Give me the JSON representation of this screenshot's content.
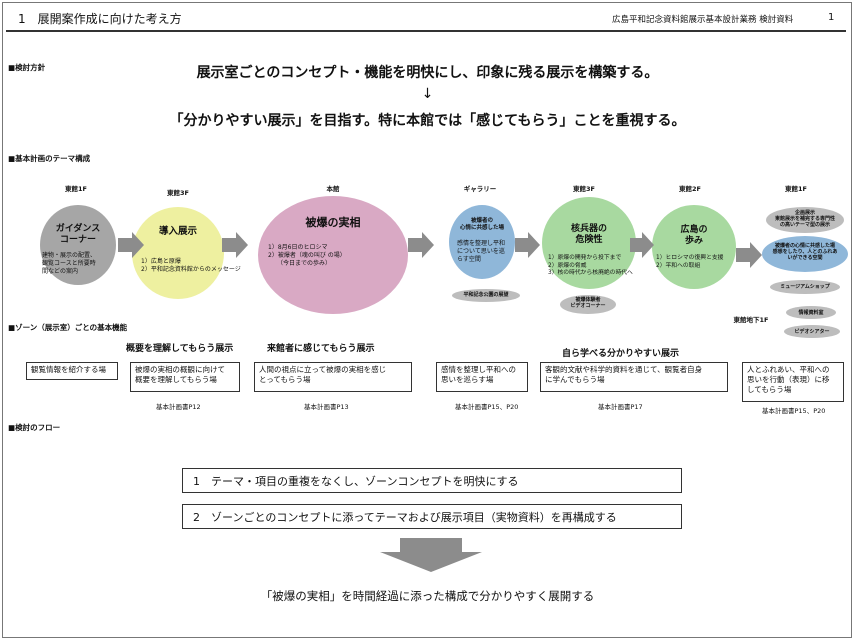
{
  "header": {
    "title": "1　展開案作成に向けた考え方",
    "subtitle": "広島平和記念資料館展示基本設計業務 検討資料",
    "page": "1"
  },
  "policy": {
    "heading": "■検討方針",
    "line1": "展示室ごとのコンセプト・機能を明快にし、印象に残る展示を構築する。",
    "arrow": "↓",
    "line2": "「分かりやすい展示」を目指す。特に本館では「感じてもらう」ことを重視する。"
  },
  "theme": {
    "heading": "■基本計画のテーマ構成",
    "floors": [
      "東館1F",
      "東館3F",
      "本館",
      "ギャラリー",
      "東館3F",
      "東館2F",
      "東館1F"
    ],
    "nodes": [
      {
        "title": "ガイダンス\nコーナー",
        "desc": "建物・展示の配置、\n観覧コースと所要時\n間などの案内",
        "color": "#a6a6a6"
      },
      {
        "title": "導入展示",
        "desc": "1）広島と原爆\n2）平和記念資料館からのメッセージ",
        "color": "#eef0a0"
      },
      {
        "title": "被爆の実相",
        "desc": "1）8月6日のヒロシマ\n2）被爆者（魂の叫び の場）\n　　（今日までの歩み）",
        "color": "#d9a9c4"
      },
      {
        "title": "被爆者の\n心情に共感した場",
        "desc": "感情を整理し平和\nについて思いを巡\nらす空間",
        "color": "#8fb7d9"
      },
      {
        "title": "核兵器の\n危険性",
        "desc": "1）原爆の開発から投下まで\n2）原爆の脅威\n3）核の時代から核廃絶の時代へ",
        "color": "#a8d9a0"
      },
      {
        "title": "広島の\n歩み",
        "desc": "1）ヒロシマの復興と支援\n2）平和への取組",
        "color": "#a8d9a0"
      }
    ],
    "pills": {
      "gallery": "平和記念公園の展望",
      "nuclear": "被爆体験者\nビデオコーナー",
      "east1_top": "企画展示\n東館展示を補完する専門性\nの高いテーマ型の展示",
      "east1_mid": "被爆者の心情に共感した場\n感想をしたり、人とのふれあ\nいができる空間",
      "east1_shop": "ミュージアムショップ",
      "east1_b1_label": "東館地下1F",
      "east1_info": "情報資料室",
      "east1_video": "ビデオシアター"
    }
  },
  "zones": {
    "heading": "■ゾーン（展示室）ごとの基本機能",
    "head1": "概要を理解してもらう展示",
    "head2": "来館者に感じてもらう展示",
    "head3": "自ら学べる分かりやすい展示",
    "boxes": [
      "観覧情報を紹介する場",
      "被爆の実相の概観に向けて\n概要を理解してもらう場",
      "人間の視点に立って被爆の実相を感じ\nとってもらう場",
      "感情を整理し平和への\n思いを巡らす場",
      "客観的文献や科学的資料を通じて、観覧者自身\nに学んでもらう場",
      "人とふれあい、平和への\n思いを行動（表現）に移\nしてもらう場"
    ],
    "refs": [
      "基本計画書P12",
      "基本計画書P13",
      "基本計画書P15、P20",
      "基本計画書P17",
      "基本計画書P15、P20"
    ]
  },
  "flow": {
    "heading": "■検討のフロー",
    "step1": "1　テーマ・項目の重複をなくし、ゾーンコンセプトを明快にする",
    "step2": "2　ゾーンごとのコンセプトに添ってテーマおよび展示項目（実物資料）を再構成する",
    "conclusion": "「被爆の実相」を時間経過に添った構成で分かりやすく展開する"
  },
  "colors": {
    "arrow": "#8c8c8c",
    "pill": "#bdbdbd"
  }
}
